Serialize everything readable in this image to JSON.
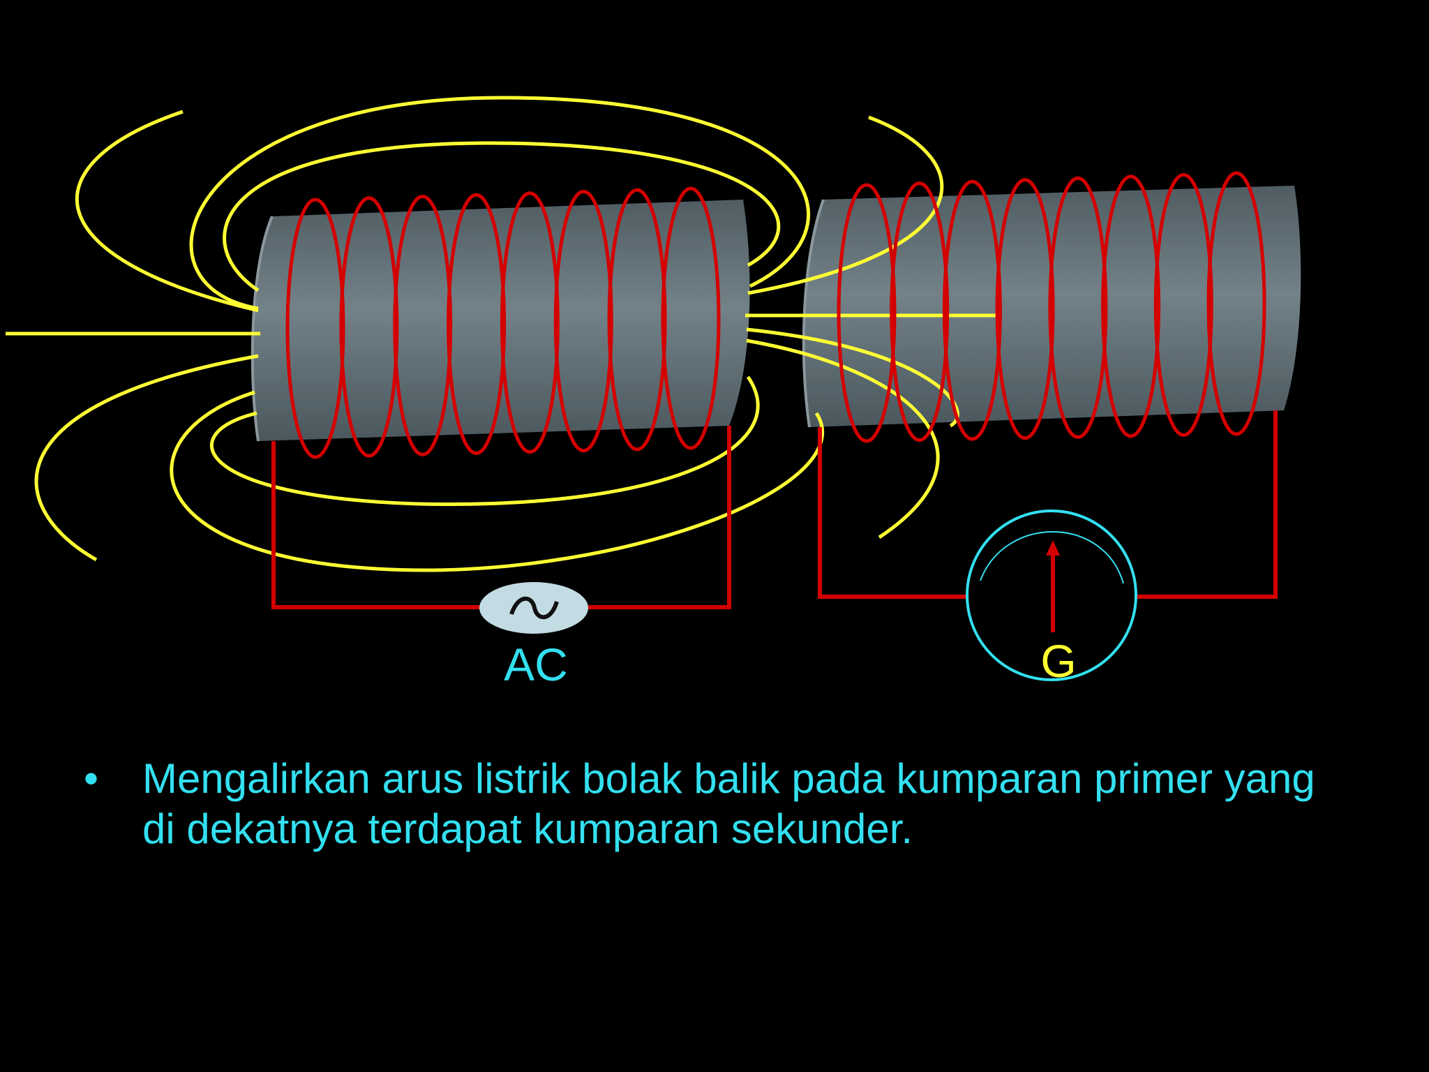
{
  "labels": {
    "ac_source": "AC",
    "galvanometer": "G"
  },
  "bullets": [
    {
      "mark": "•",
      "text": "Mengalirkan arus listrik bolak balik pada kumparan primer yang di dekatnya terdapat kumparan sekunder."
    }
  ],
  "icons": {
    "ac_source": "alternating-current-tilde",
    "galvanometer_needle": "arrow-up"
  },
  "colors": {
    "background": "#000000",
    "field_lines": "#ffff33",
    "coil_wire": "#d40000",
    "core": "#65757a",
    "text": "#33e0f0",
    "ac_source_fill": "#c3dce3",
    "galvanometer_label": "#ffff33"
  }
}
